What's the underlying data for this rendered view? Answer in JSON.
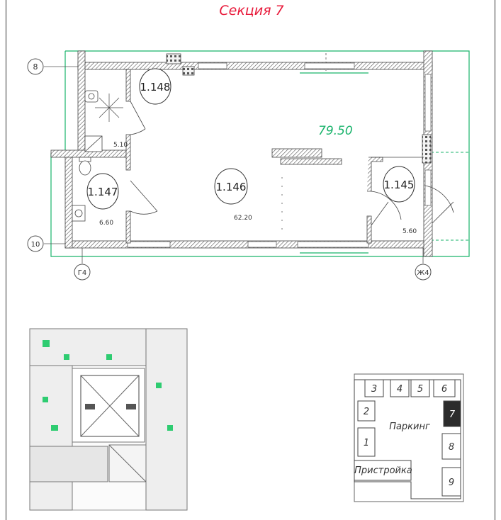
{
  "title": "Секция 7",
  "total_area": "79.50",
  "axes": {
    "row_top": "8",
    "row_bottom": "10",
    "col_left": "Г4",
    "col_right": "Ж4"
  },
  "rooms": [
    {
      "id": "1.148",
      "area": "5.10"
    },
    {
      "id": "1.147",
      "area": "6.60"
    },
    {
      "id": "1.146",
      "area": "62.20"
    },
    {
      "id": "1.145",
      "area": "5.60"
    }
  ],
  "keyplan": {
    "sections": [
      "1",
      "2",
      "3",
      "4",
      "5",
      "6",
      "7",
      "8",
      "9"
    ],
    "parking_label": "Паркинг",
    "annex_label": "Пристройка",
    "highlight_section": "7"
  },
  "colors": {
    "title": "#e8193a",
    "outline": "#19b36b",
    "wall_hatch": "#555555"
  }
}
